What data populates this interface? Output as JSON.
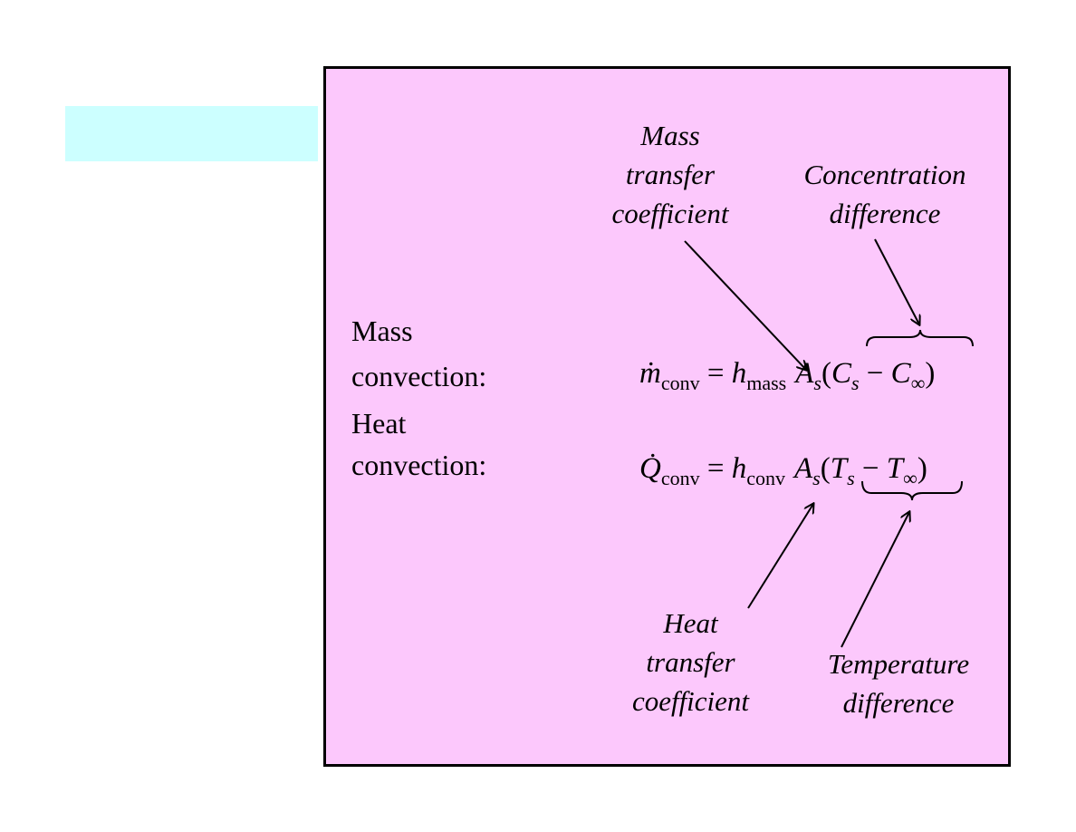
{
  "labels": {
    "mass_1": "Mass",
    "mass_2": "convection:",
    "heat_1": "Heat",
    "heat_2": "convection:"
  },
  "annotations": {
    "mass_coeff": [
      "Mass",
      "transfer",
      "coefficient"
    ],
    "conc_diff": [
      "Concentration",
      "difference"
    ],
    "heat_coeff": [
      "Heat",
      "transfer",
      "coefficient"
    ],
    "temp_diff": [
      "Temperature",
      "difference"
    ]
  },
  "mass_eq": {
    "m": "m",
    "conv": "conv",
    "eq": "=",
    "h": "h",
    "mass": "mass",
    "A": "A",
    "s": "s",
    "lp": "(",
    "C": "C",
    "minus": "−",
    "inf": "∞",
    "rp": ")"
  },
  "heat_eq": {
    "Q": "Q",
    "conv": "conv",
    "eq": "=",
    "h": "h",
    "conv2": "conv",
    "A": "A",
    "s": "s",
    "lp": "(",
    "T": "T",
    "minus": "−",
    "inf": "∞",
    "rp": ")"
  },
  "colors": {
    "panel": "#fcc8fc",
    "cyan_strip": "#ccffff",
    "ink": "#000000"
  }
}
